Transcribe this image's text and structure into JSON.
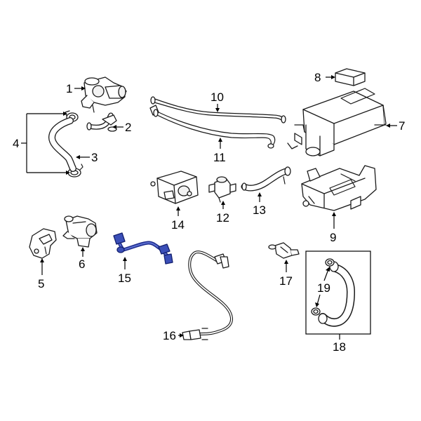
{
  "diagram": {
    "callouts": [
      {
        "id": "1",
        "label": "1"
      },
      {
        "id": "2",
        "label": "2"
      },
      {
        "id": "3",
        "label": "3"
      },
      {
        "id": "4",
        "label": "4"
      },
      {
        "id": "5",
        "label": "5"
      },
      {
        "id": "6",
        "label": "6"
      },
      {
        "id": "7",
        "label": "7"
      },
      {
        "id": "8",
        "label": "8"
      },
      {
        "id": "9",
        "label": "9"
      },
      {
        "id": "10",
        "label": "10"
      },
      {
        "id": "11",
        "label": "11"
      },
      {
        "id": "12",
        "label": "12"
      },
      {
        "id": "13",
        "label": "13"
      },
      {
        "id": "14",
        "label": "14"
      },
      {
        "id": "15",
        "label": "15"
      },
      {
        "id": "16",
        "label": "16"
      },
      {
        "id": "17",
        "label": "17"
      },
      {
        "id": "18",
        "label": "18"
      },
      {
        "id": "19",
        "label": "19"
      }
    ],
    "highlight_color": "#1c2a8c",
    "highlighted_part": "15"
  }
}
